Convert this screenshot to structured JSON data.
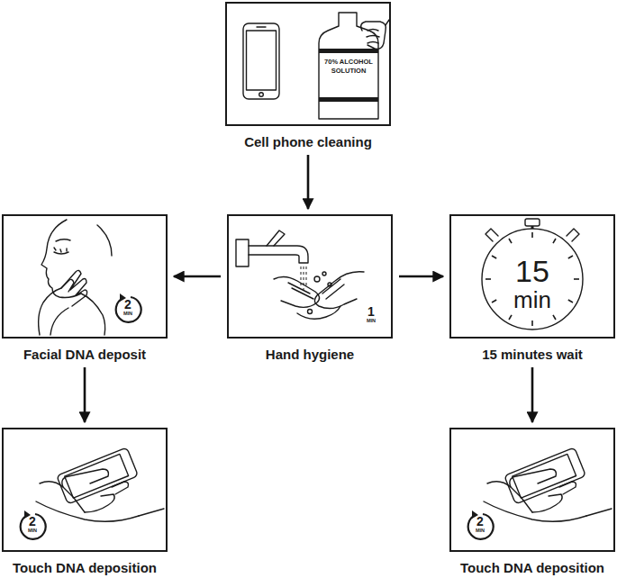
{
  "diagram": {
    "nodes": [
      {
        "text": [
          "Cell phone cleaning"
        ]
      },
      {
        "text": [
          "Hand hygiene"
        ]
      },
      {
        "text": [
          "Facial DNA deposit"
        ]
      },
      {
        "text": [
          "15 minutes wait"
        ]
      },
      {
        "text": [
          "Touch DNA deposition"
        ]
      },
      {
        "text": [
          "Touch DNA deposition"
        ]
      }
    ],
    "edges": [
      {
        "from": 0,
        "to": 1,
        "arrow": "to"
      },
      {
        "from": 1,
        "to": 2,
        "arrow": "to"
      },
      {
        "from": 1,
        "to": 3,
        "arrow": "to"
      },
      {
        "from": 2,
        "to": 4,
        "arrow": "to"
      },
      {
        "from": 3,
        "to": 5,
        "arrow": "to"
      }
    ],
    "labels": [
      "70% ALCOHOL SOLUTION",
      "2",
      "MIN",
      "1",
      "MIN",
      "15",
      "min",
      "2",
      "MIN",
      "2",
      "MIN"
    ]
  }
}
